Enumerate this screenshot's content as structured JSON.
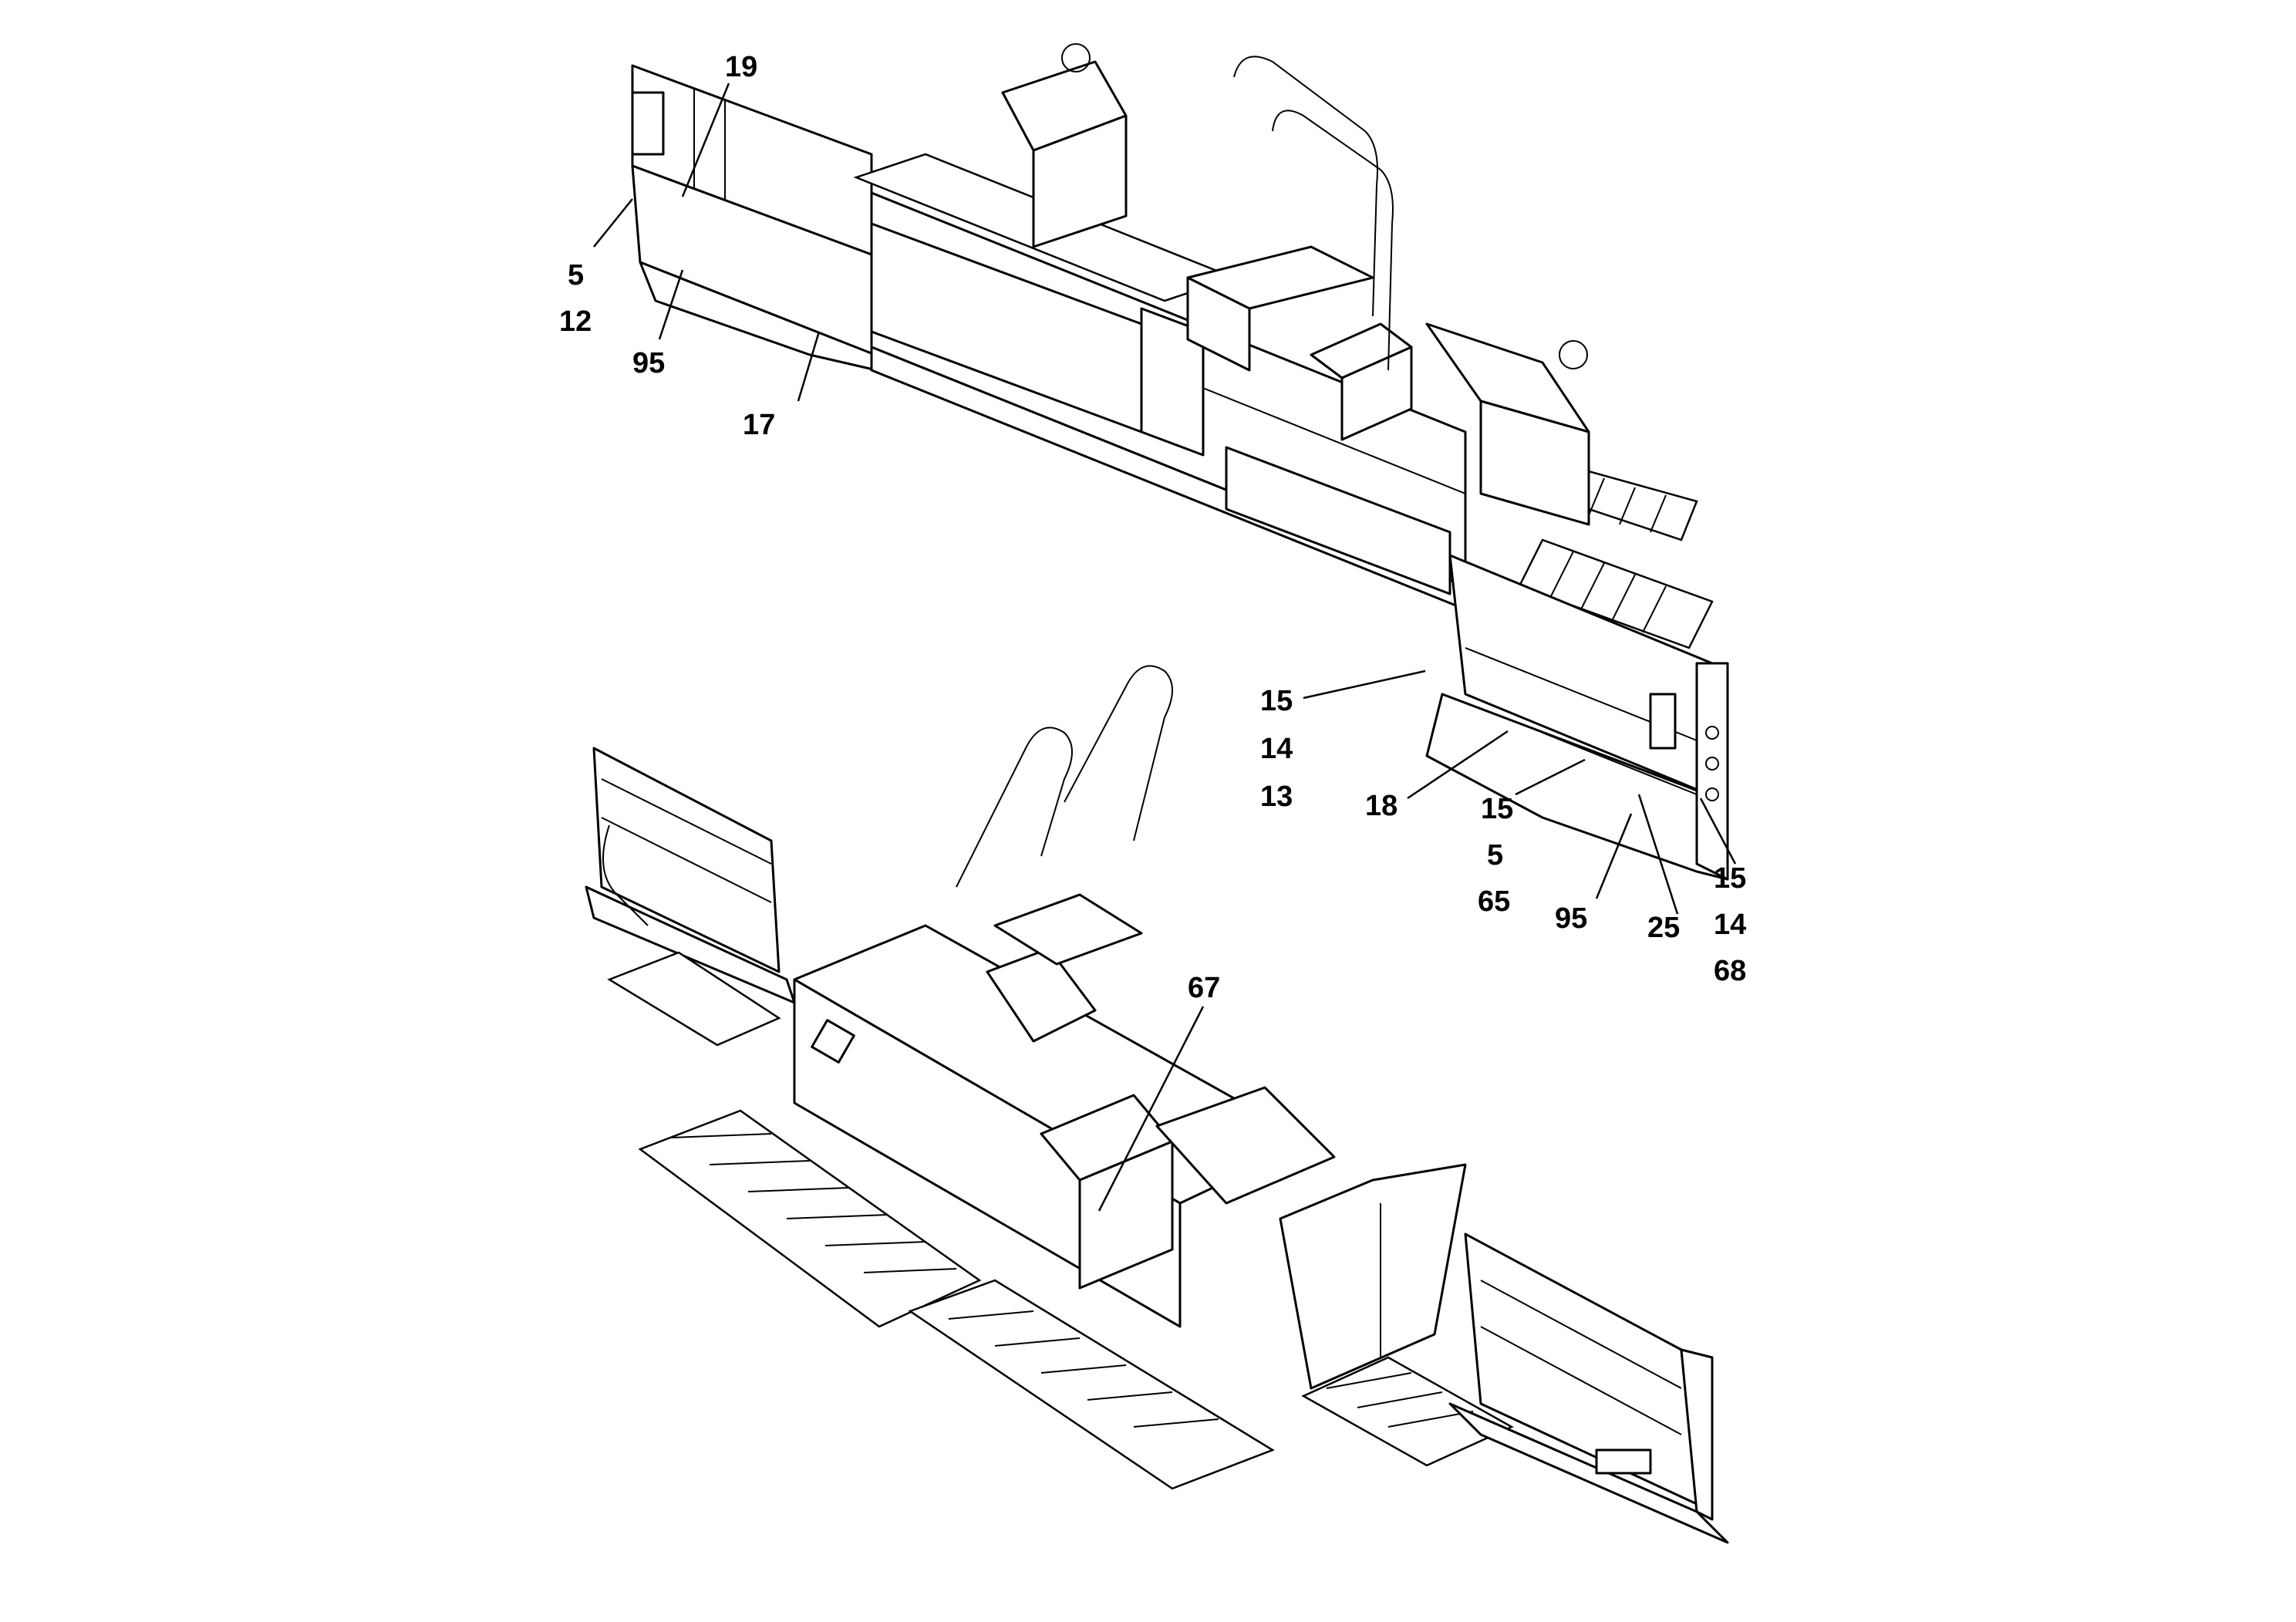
{
  "callouts": {
    "top": {
      "c19": "19",
      "c5a": "5",
      "c12": "12",
      "c95a": "95",
      "c17": "17",
      "c15a": "15",
      "c14a": "14",
      "c13": "13",
      "c18": "18",
      "c15b": "15",
      "c5b": "5",
      "c65": "65",
      "c95b": "95",
      "c25": "25",
      "c15c": "15",
      "c14b": "14",
      "c68": "68"
    },
    "bottom": {
      "c67": "67"
    }
  }
}
